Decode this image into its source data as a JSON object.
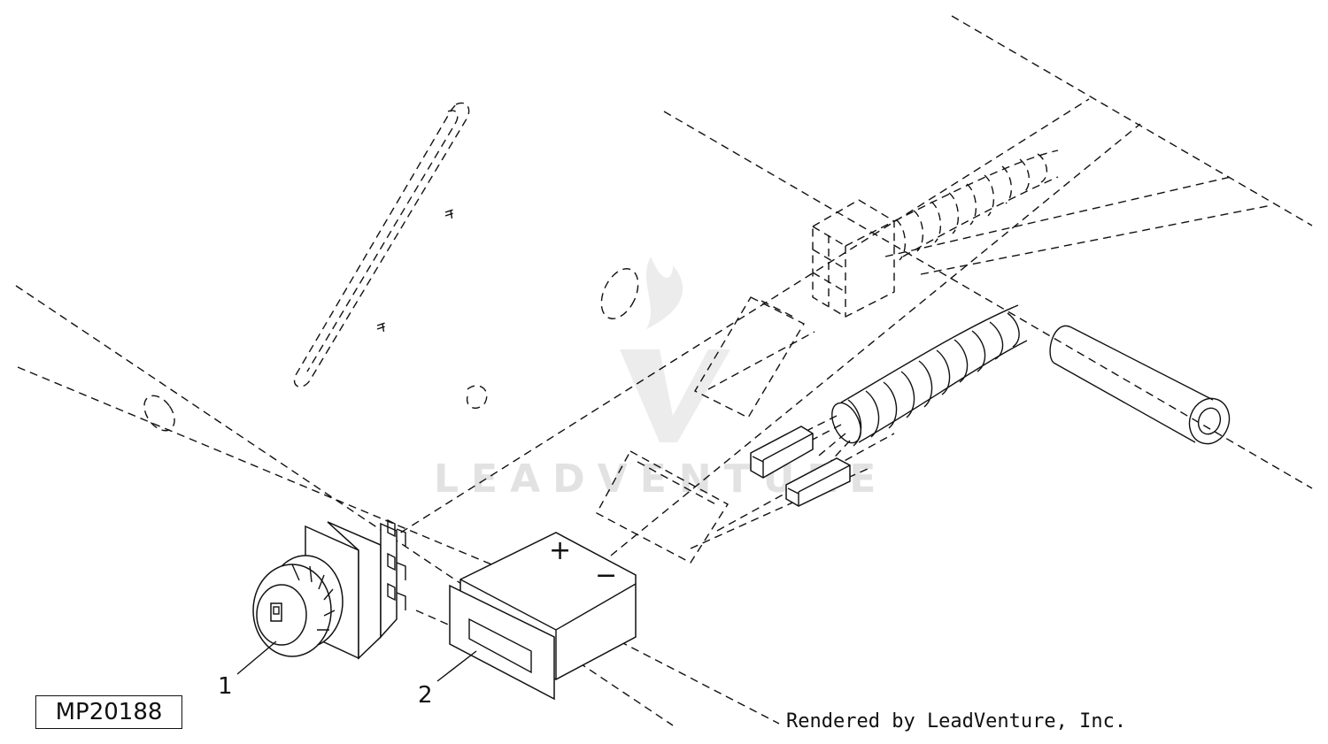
{
  "diagram": {
    "callouts": [
      {
        "number": "1"
      },
      {
        "number": "2"
      }
    ],
    "part_id": "MP20188",
    "credit": "Rendered by LeadVenture, Inc.",
    "watermark": "LEADVENTURE",
    "polarity": {
      "plus": "+",
      "minus": "−"
    }
  }
}
